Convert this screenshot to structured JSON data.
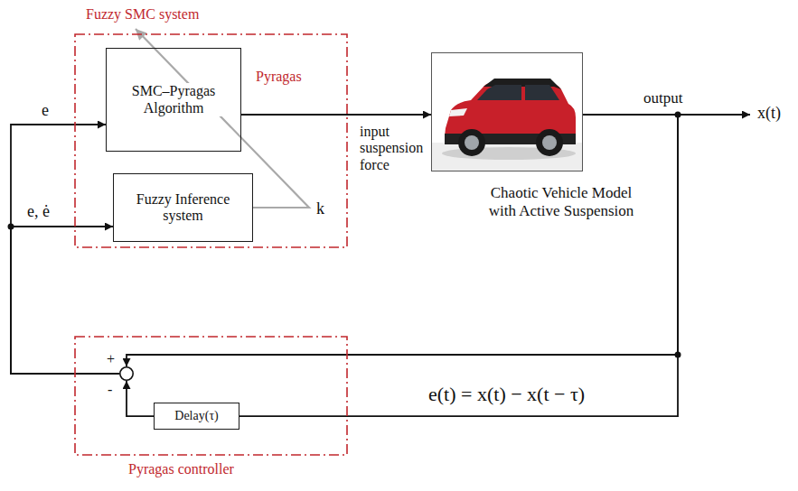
{
  "diagram": {
    "nodes": [
      {
        "text": [
          "Fuzzy SMC system"
        ]
      },
      {
        "text": [
          "SMC–Pyragas Algorithm"
        ],
        "in": 0
      },
      {
        "text": [
          "Fuzzy Inference system"
        ],
        "in": 0
      },
      {
        "text": [
          "Chaotic Vehicle Model with Active Suspension"
        ]
      },
      {
        "text": [
          "Pyragas controller"
        ]
      },
      {
        "text": [
          "+",
          "-"
        ],
        "in": 4
      },
      {
        "text": [
          "Delay(τ)"
        ],
        "in": 4
      }
    ],
    "edges": [
      {
        "from": 5,
        "to": 1,
        "arrow": "to",
        "label": "e"
      },
      {
        "from": 5,
        "to": 2,
        "arrow": "to",
        "label": "e, ė"
      },
      {
        "from": 2,
        "to": 1,
        "arrow": "to",
        "label": "k"
      },
      {
        "from": 1,
        "to": 3,
        "arrow": "to",
        "label": "input suspension force"
      },
      {
        "from": 3,
        "to": 5,
        "arrow": "to"
      },
      {
        "from": 3,
        "to": 6,
        "arrow": "none"
      },
      {
        "from": 6,
        "to": 5,
        "arrow": "to"
      }
    ],
    "labels": [
      "Pyragas",
      "output",
      "x(t)",
      "e(t) = x(t) − x(t − τ)"
    ]
  }
}
